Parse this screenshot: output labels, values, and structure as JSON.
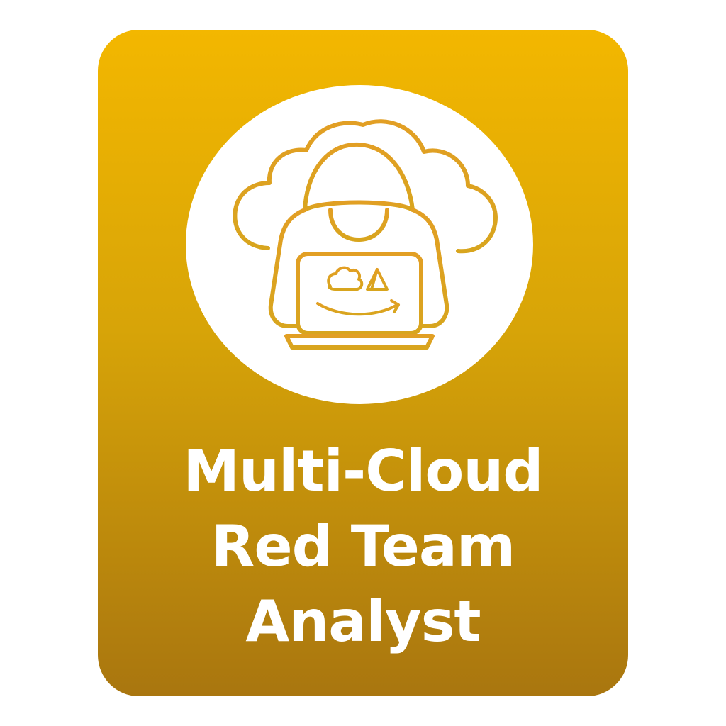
{
  "badge": {
    "title_lines": [
      "Multi-Cloud",
      "Red Team",
      "Analyst"
    ],
    "emblem_icon": "hooded-figure-laptop-cloud-icon",
    "colors": {
      "badge_top": "#f3b700",
      "badge_bottom": "#a9760f",
      "icon_stroke": "#d9a321",
      "text": "#ffffff",
      "circle": "#ffffff"
    }
  }
}
